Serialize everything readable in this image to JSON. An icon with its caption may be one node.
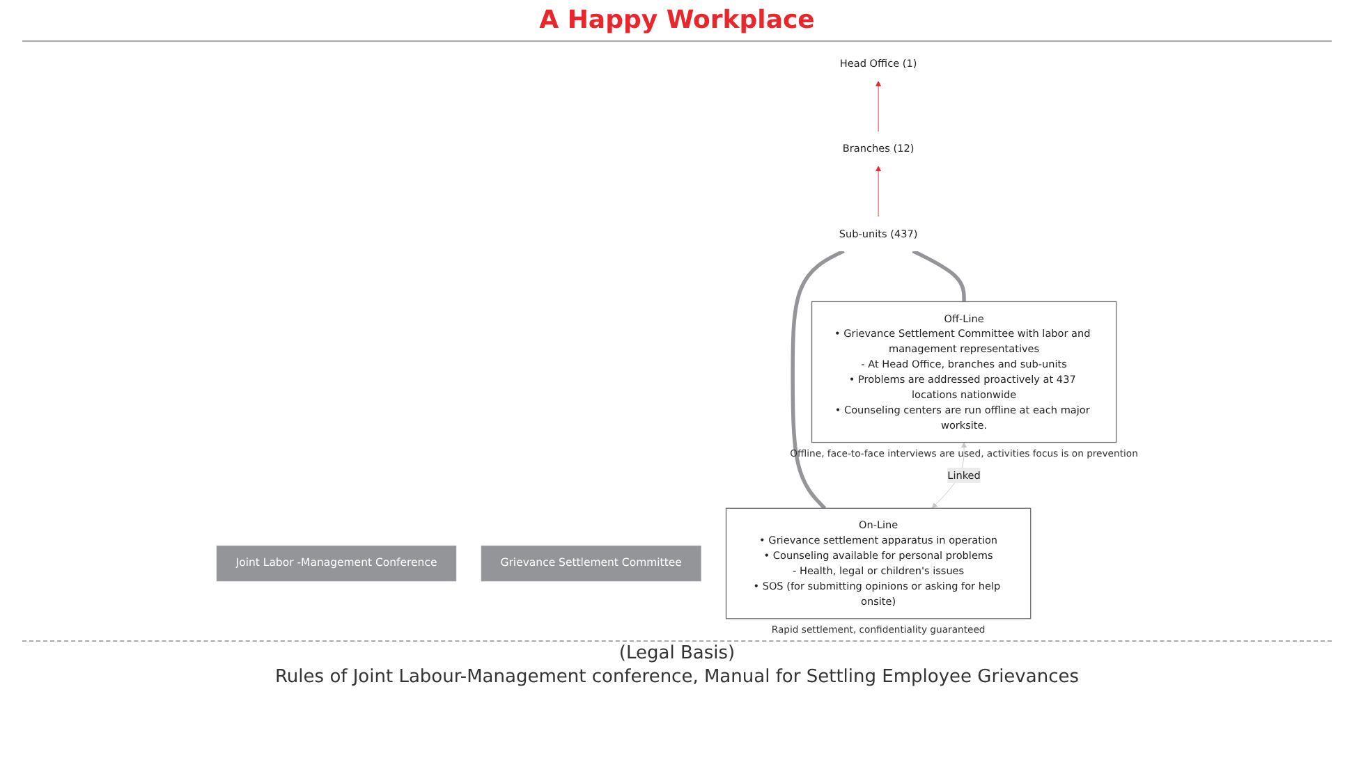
{
  "diagram": {
    "title": "A Happy Workplace",
    "nodes": [
      {
        "text": [
          "Joint Labor -Management Conference"
        ]
      },
      {
        "text": [
          "Head Office (1)"
        ]
      },
      {
        "text": [
          "Branches (12)"
        ]
      },
      {
        "text": [
          "Sub-units (437)"
        ]
      },
      {
        "text": [
          "Grievance Settlement Committee"
        ]
      },
      {
        "text": [
          "On-Line",
          "• Grievance settlement apparatus in operation",
          "• Counseling available for personal problems",
          "- Health, legal or children's issues",
          "• SOS (for submitting opinions or asking for help onsite)"
        ],
        "beside": [
          "Rapid settlement, confidentiality guaranteed"
        ]
      },
      {
        "text": [
          "Off-Line",
          "• Grievance Settlement Committee with labor and management representatives",
          "- At Head Office, branches and sub-units",
          "• Problems are addressed proactively at 437 locations nationwide",
          "• Counseling centers are run offline at each major worksite."
        ],
        "beside": [
          "Offline, face-to-face interviews are used, activities focus is on prevention"
        ]
      }
    ],
    "edges": [
      {
        "from": 3,
        "to": 2,
        "arrow": "to",
        "color": "#e8262b"
      },
      {
        "from": 2,
        "to": 1,
        "arrow": "to",
        "color": "#e8262b"
      },
      {
        "from": 3,
        "to": 5,
        "arrow": "none",
        "style": "thick",
        "color": "#939598"
      },
      {
        "from": 3,
        "to": 6,
        "arrow": "none",
        "style": "thick",
        "color": "#939598"
      },
      {
        "from": 5,
        "to": 6,
        "arrow": "both",
        "label": "Linked",
        "color": "#c8c8c8"
      }
    ],
    "labels": [
      "(Legal Basis)",
      "Rules of Joint Labour-Management conference, Manual for Settling Employee Grievances"
    ]
  }
}
